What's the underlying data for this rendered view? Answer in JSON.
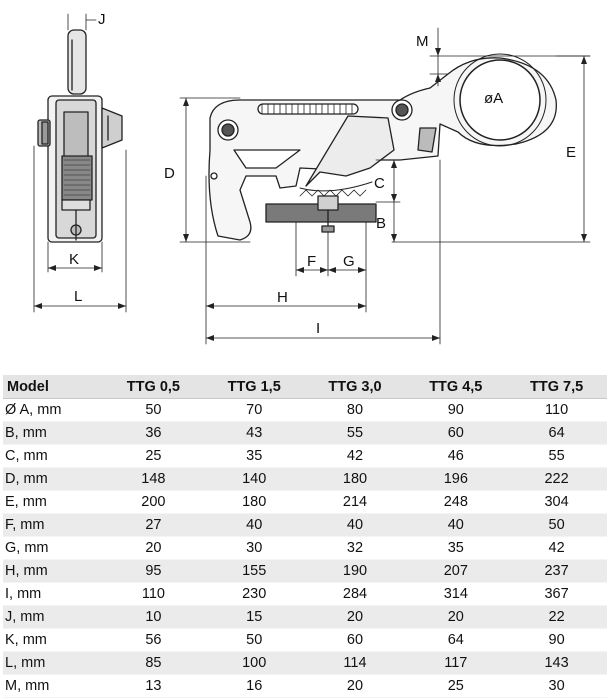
{
  "dimension_letters": {
    "J": "J",
    "K": "K",
    "L": "L",
    "M": "M",
    "A": "øA",
    "E": "E",
    "D": "D",
    "C": "C",
    "B": "B",
    "F": "F",
    "G": "G",
    "H": "H",
    "I": "I"
  },
  "table": {
    "headers": [
      "Model",
      "TTG 0,5",
      "TTG 1,5",
      "TTG 3,0",
      "TTG 4,5",
      "TTG 7,5"
    ],
    "rows": [
      [
        "Ø A, mm",
        "50",
        "70",
        "80",
        "90",
        "110"
      ],
      [
        "B, mm",
        "36",
        "43",
        "55",
        "60",
        "64"
      ],
      [
        "C, mm",
        "25",
        "35",
        "42",
        "46",
        "55"
      ],
      [
        "D, mm",
        "148",
        "140",
        "180",
        "196",
        "222"
      ],
      [
        "E, mm",
        "200",
        "180",
        "214",
        "248",
        "304"
      ],
      [
        "F, mm",
        "27",
        "40",
        "40",
        "40",
        "50"
      ],
      [
        "G, mm",
        "20",
        "30",
        "32",
        "35",
        "42"
      ],
      [
        "H, mm",
        "95",
        "155",
        "190",
        "207",
        "237"
      ],
      [
        "I, mm",
        "110",
        "230",
        "284",
        "314",
        "367"
      ],
      [
        "J, mm",
        "10",
        "15",
        "20",
        "20",
        "22"
      ],
      [
        "K, mm",
        "56",
        "50",
        "60",
        "64",
        "90"
      ],
      [
        "L, mm",
        "85",
        "100",
        "114",
        "117",
        "143"
      ],
      [
        "M, mm",
        "13",
        "16",
        "20",
        "25",
        "30"
      ]
    ]
  }
}
